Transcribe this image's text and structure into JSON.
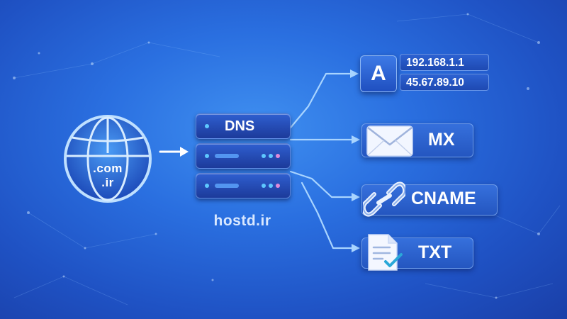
{
  "globe": {
    "tld_primary": ".com",
    "tld_secondary": ".ir"
  },
  "server": {
    "label": "DNS"
  },
  "brand": "hostd.ir",
  "records": {
    "a": {
      "letter": "A",
      "ips": [
        "192.168.1.1",
        "45.67.89.10"
      ]
    },
    "mx": {
      "label": "MX"
    },
    "cname": {
      "label": "CNAME"
    },
    "txt": {
      "label": "TXT"
    }
  },
  "colors": {
    "background_center": "#3f8ff0",
    "background_edge": "#1a3fa8",
    "connector": "#a8d4ff",
    "server_led": "#5ec8ff",
    "server_led_accent": "#e08ad8"
  },
  "icons": [
    "globe-icon",
    "arrow-right-icon",
    "envelope-icon",
    "chain-link-icon",
    "document-check-icon"
  ]
}
